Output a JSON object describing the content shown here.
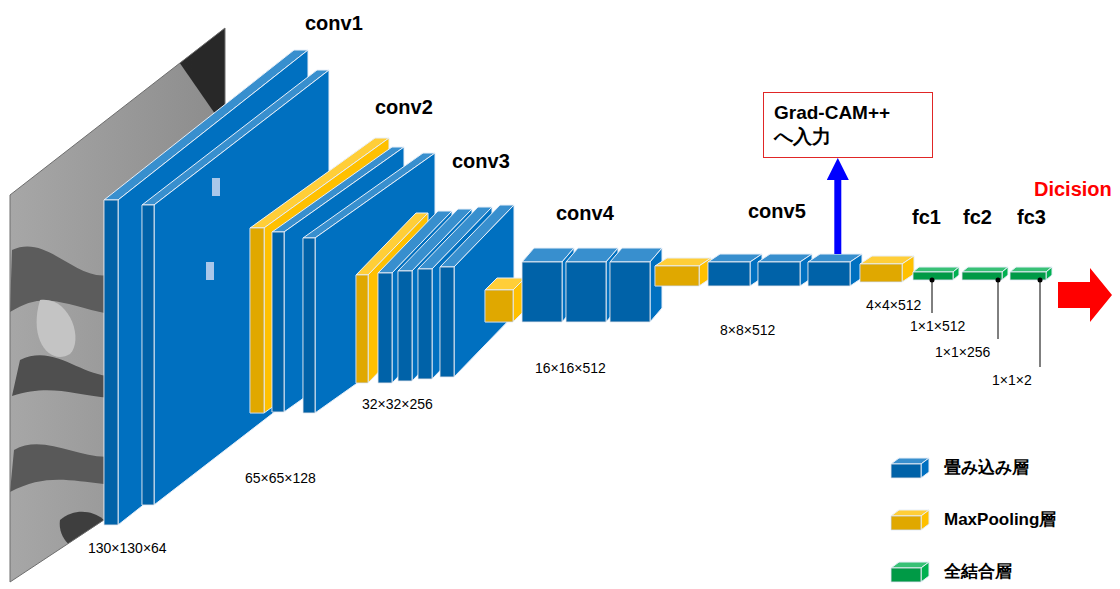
{
  "diagram": {
    "nodes": [
      {
        "text": [
          "conv1"
        ]
      },
      {
        "text": [
          "conv2"
        ]
      },
      {
        "text": [
          "conv3"
        ]
      },
      {
        "text": [
          "conv4"
        ]
      },
      {
        "text": [
          "conv5"
        ]
      },
      {
        "text": [
          "fc1"
        ]
      },
      {
        "text": [
          "fc2"
        ]
      },
      {
        "text": [
          "fc3"
        ]
      },
      {
        "text": [
          "Grad-CAM++ へ入力"
        ]
      }
    ],
    "edges": [
      {
        "from": 4,
        "to": 8,
        "arrow": "to"
      }
    ],
    "labels": [
      "130×130×64",
      "65×65×128",
      "32×32×256",
      "16×16×512",
      "8×8×512",
      "4×4×512",
      "1×1×512",
      "1×1×256",
      "1×1×2",
      "Dicision"
    ],
    "legend": [
      {
        "text": "畳み込み層",
        "color": "#0070c0"
      },
      {
        "text": "MaxPooling層",
        "color": "#ffc000"
      },
      {
        "text": "全結合層",
        "color": "#00b050"
      }
    ]
  }
}
